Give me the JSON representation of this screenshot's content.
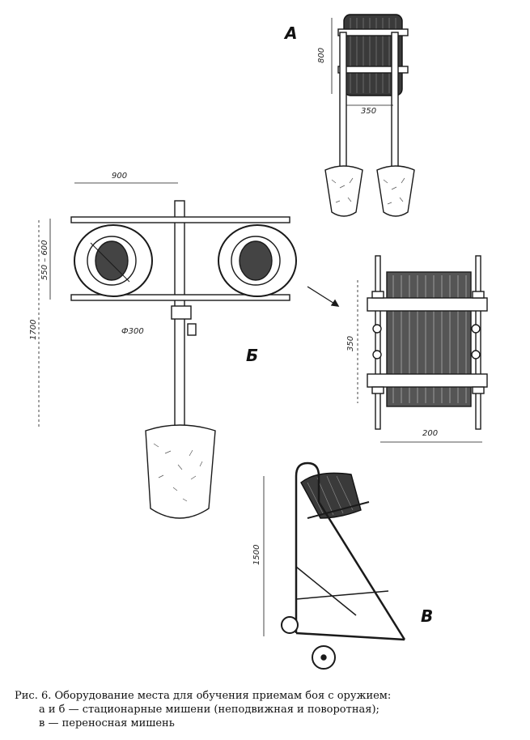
{
  "labels": {
    "a": "А",
    "b": "Б",
    "v": "В"
  },
  "dimensions": {
    "a_height": "800",
    "a_width": "350",
    "b_width": "900",
    "b_ring_height": "550 – 600",
    "b_height": "1700",
    "b_diameter": "Ф300",
    "detail_height": "350",
    "detail_width": "200",
    "v_height": "1500"
  },
  "caption": {
    "line1": "Рис. 6. Оборудование места для обучения приемам боя с оружием:",
    "line2": "а и б — стационарные мишени (неподвижная и поворотная);",
    "line3": "в — переносная мишень"
  },
  "colors": {
    "ink": "#1a1a1a",
    "paper": "#ffffff"
  }
}
